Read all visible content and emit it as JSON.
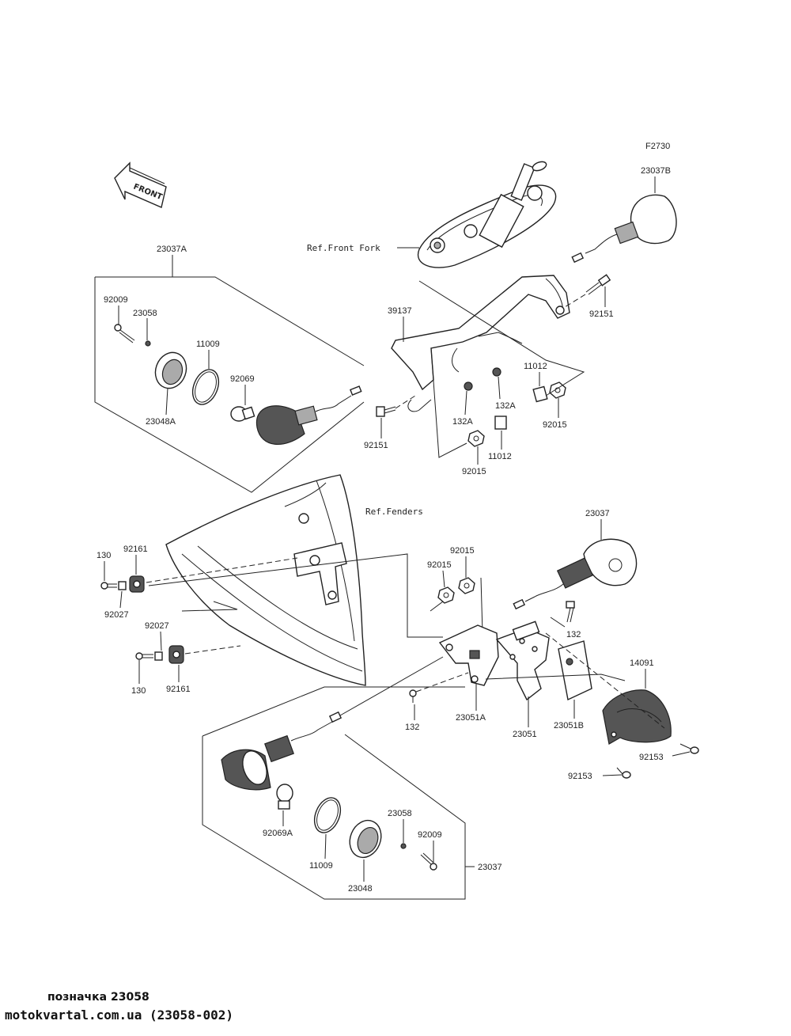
{
  "figure_code": "F2730",
  "front_arrow_label": "FRONT",
  "refs": {
    "front_fork": "Ref.Front Fork",
    "fenders": "Ref.Fenders"
  },
  "labels": {
    "p23037A": "23037A",
    "p23037B": "23037B",
    "p23037_right": "23037",
    "p23037_bottom": "23037",
    "p92009_top": "92009",
    "p23058_top": "23058",
    "p11009_top": "11009",
    "p92069": "92069",
    "p23048A": "23048A",
    "p39137": "39137",
    "p92151_right": "92151",
    "p92151_left": "92151",
    "p11012_right": "11012",
    "p11012_mid": "11012",
    "p132A_right": "132A",
    "p132A_left": "132A",
    "p92015_right": "92015",
    "p92015_mid": "92015",
    "p92015_a": "92015",
    "p92015_b": "92015",
    "p130_top": "130",
    "p92161_top": "92161",
    "p92027_top": "92027",
    "p92027_mid": "92027",
    "p130_bottom": "130",
    "p92161_bottom": "92161",
    "p132_right": "132",
    "p132_bottom": "132",
    "p23051A": "23051A",
    "p23051": "23051",
    "p23051B": "23051B",
    "p14091": "14091",
    "p92153_right": "92153",
    "p92153_bottom": "92153",
    "p92069A": "92069A",
    "p11009_bottom": "11009",
    "p23048": "23048",
    "p23058_bottom": "23058",
    "p92009_bottom": "92009"
  },
  "footer": {
    "caption": "позначка 23058",
    "source": "motokvartal.com.ua (23058-002)"
  }
}
